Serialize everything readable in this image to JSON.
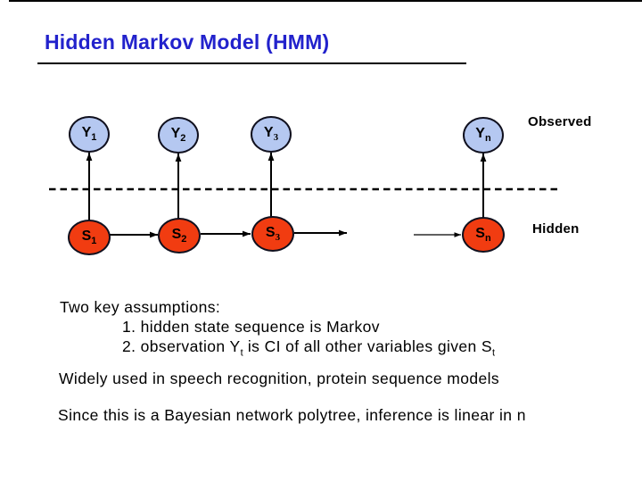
{
  "title": "Hidden Markov Model (HMM)",
  "colors": {
    "title_blue": "#2222cc",
    "observed_node_fill": "#b5c8f1",
    "hidden_node_fill": "#f13c11",
    "node_outline": "#10101e",
    "text": "#000000",
    "background": "#ffffff"
  },
  "diagram": {
    "observed_label": "Observed",
    "hidden_label": "Hidden",
    "observed_nodes": [
      {
        "base": "Y",
        "sub": "1"
      },
      {
        "base": "Y",
        "sub": "2"
      },
      {
        "base": "Y",
        "sub": "3"
      },
      {
        "base": "Y",
        "sub": "n"
      }
    ],
    "hidden_nodes": [
      {
        "base": "S",
        "sub": "1"
      },
      {
        "base": "S",
        "sub": "2"
      },
      {
        "base": "S",
        "sub": "3"
      },
      {
        "base": "S",
        "sub": "n"
      }
    ]
  },
  "body": {
    "assumptions_heading": "Two key assumptions:",
    "assumption_1": "1. hidden state sequence is Markov",
    "assumption_2": {
      "pre": "2. observation Y",
      "sub1": "t",
      "mid": " is CI of all other variables given S",
      "sub2": "t"
    },
    "line_speech": "Widely used in speech recognition, protein sequence models",
    "line_bayes": "Since this is a Bayesian network polytree, inference is linear in n"
  }
}
